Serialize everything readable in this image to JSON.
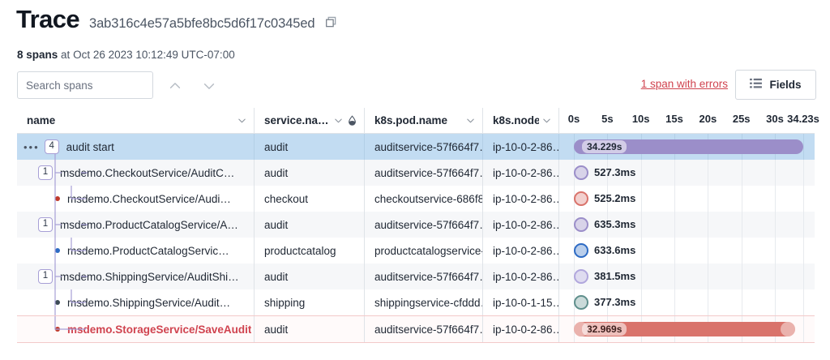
{
  "header": {
    "title": "Trace",
    "trace_id": "3ab316c4e57a5bfe8bc5d6f17c0345ed",
    "copy_icon": "copy-icon",
    "span_count": "8 spans",
    "timestamp_prefix": "at",
    "timestamp": "Oct 26 2023 10:12:49 UTC-07:00"
  },
  "toolbar": {
    "search_placeholder": "Search spans",
    "search_value": "",
    "prev_icon": "chevron-up-icon",
    "next_icon": "chevron-down-icon",
    "errors_link": "1 span with errors",
    "fields_label": "Fields",
    "fields_icon": "list-fields-icon"
  },
  "table": {
    "columns": [
      {
        "key": "name",
        "label": "name",
        "has_menu": true,
        "has_pin": false
      },
      {
        "key": "service",
        "label": "service.na…",
        "has_menu": true,
        "has_pin": true
      },
      {
        "key": "pod",
        "label": "k8s.pod.name",
        "has_menu": true,
        "has_pin": false
      },
      {
        "key": "node",
        "label": "k8s.node…",
        "has_menu": true,
        "has_pin": false
      },
      {
        "key": "duration",
        "label": "",
        "has_menu": false,
        "has_pin": false
      }
    ],
    "ticks": [
      "0s",
      "5s",
      "10s",
      "15s",
      "20s",
      "25s",
      "30s",
      "34.23s"
    ],
    "tick_values": [
      0,
      5,
      10,
      15,
      20,
      25,
      30,
      34.23
    ],
    "axis_max": 34.23,
    "rows": [
      {
        "name": "audit start",
        "service": "audit",
        "pod": "auditservice-57f664f7…",
        "node": "ip-10-0-2-86…",
        "duration_label": "34.229s",
        "duration_seconds": 34.229,
        "start_seconds": 0,
        "depth": 0,
        "child_count": "4",
        "marker": "badge",
        "selected": true,
        "error": false,
        "bar_color": "#9b8ec9",
        "dot_color": "",
        "has_kebab": true
      },
      {
        "name": "msdemo.CheckoutService/AuditC…",
        "service": "audit",
        "pod": "auditservice-57f664f7…",
        "node": "ip-10-0-2-86…",
        "duration_label": "527.3ms",
        "duration_seconds": 0.5273,
        "start_seconds": 0,
        "depth": 1,
        "child_count": "1",
        "marker": "badge",
        "selected": false,
        "error": false,
        "bar_color": "#9b8ec9",
        "dot_color": "",
        "has_kebab": false
      },
      {
        "name": "msdemo.CheckoutService/Audi…",
        "service": "checkout",
        "pod": "checkoutservice-686f8…",
        "node": "ip-10-0-2-86…",
        "duration_label": "525.2ms",
        "duration_seconds": 0.5252,
        "start_seconds": 0,
        "depth": 2,
        "child_count": "",
        "marker": "dot",
        "selected": false,
        "error": false,
        "bar_color": "#d9736b",
        "dot_color": "#c0392b",
        "has_kebab": false
      },
      {
        "name": "msdemo.ProductCatalogService/A…",
        "service": "audit",
        "pod": "auditservice-57f664f7…",
        "node": "ip-10-0-2-86…",
        "duration_label": "635.3ms",
        "duration_seconds": 0.6353,
        "start_seconds": 0,
        "depth": 1,
        "child_count": "1",
        "marker": "badge",
        "selected": false,
        "error": false,
        "bar_color": "#9b8ec9",
        "dot_color": "",
        "has_kebab": false
      },
      {
        "name": "msdemo.ProductCatalogServic…",
        "service": "productcatalog",
        "pod": "productcatalogservice-…",
        "node": "ip-10-0-2-86…",
        "duration_label": "633.6ms",
        "duration_seconds": 0.6336,
        "start_seconds": 0,
        "depth": 2,
        "child_count": "",
        "marker": "dot",
        "selected": false,
        "error": false,
        "bar_color": "#2d6bc4",
        "dot_color": "#2d6bc4",
        "has_kebab": false
      },
      {
        "name": "msdemo.ShippingService/AuditShi…",
        "service": "audit",
        "pod": "auditservice-57f664f7…",
        "node": "ip-10-0-2-86…",
        "duration_label": "381.5ms",
        "duration_seconds": 0.3815,
        "start_seconds": 0,
        "depth": 1,
        "child_count": "1",
        "marker": "badge",
        "selected": false,
        "error": false,
        "bar_color": "#b1a7dd",
        "dot_color": "",
        "has_kebab": false
      },
      {
        "name": "msdemo.ShippingService/Audit…",
        "service": "shipping",
        "pod": "shippingservice-cfddd…",
        "node": "ip-10-0-1-15…",
        "duration_label": "377.3ms",
        "duration_seconds": 0.3773,
        "start_seconds": 0,
        "depth": 2,
        "child_count": "",
        "marker": "dot",
        "selected": false,
        "error": false,
        "bar_color": "#5f8f8c",
        "dot_color": "#3c4a55",
        "has_kebab": false
      },
      {
        "name": "msdemo.StorageService/SaveAudit",
        "service": "audit",
        "pod": "auditservice-57f664f7…",
        "node": "ip-10-0-2-86…",
        "duration_label": "32.969s",
        "duration_seconds": 32.969,
        "start_seconds": 0,
        "depth": 2,
        "child_count": "",
        "marker": "dot",
        "selected": false,
        "error": true,
        "bar_color": "#d9736b",
        "dot_color": "#c0392b",
        "has_kebab": false
      }
    ]
  },
  "colors": {
    "selected_row": "#c2dcf2",
    "error_text": "#d0434f",
    "purple_bar": "#9b8ec9",
    "red_bar": "#d9736b",
    "tree_line": "#a79fd6"
  }
}
